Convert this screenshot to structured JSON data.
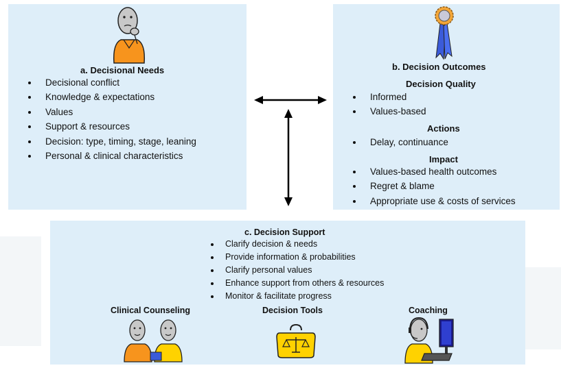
{
  "panel_a": {
    "title": "a. Decisional Needs",
    "icon": "thinking-person-icon",
    "items": [
      "Decisional conflict",
      "Knowledge & expectations",
      "Values",
      "Support & resources",
      "Decision: type, timing, stage, leaning",
      "Personal & clinical characteristics"
    ]
  },
  "panel_b": {
    "title": "b. Decision Outcomes",
    "icon": "award-ribbon-icon",
    "sections": [
      {
        "heading": "Decision Quality",
        "items": [
          "Informed",
          "Values-based"
        ]
      },
      {
        "heading": "Actions",
        "items": [
          "Delay, continuance"
        ]
      },
      {
        "heading": "Impact",
        "items": [
          "Values-based health outcomes",
          "Regret & blame",
          "Appropriate use & costs of services"
        ]
      }
    ]
  },
  "panel_c": {
    "title": "c. Decision Support",
    "items": [
      "Clarify decision & needs",
      "Provide information & probabilities",
      "Clarify personal values",
      "Enhance support from others & resources",
      "Monitor & facilitate progress"
    ],
    "supports": [
      {
        "label": "Clinical Counseling",
        "icon": "two-people-talking-icon"
      },
      {
        "label": "Decision Tools",
        "icon": "scales-bag-icon"
      },
      {
        "label": "Coaching",
        "icon": "person-with-headset-computer-icon"
      }
    ]
  },
  "colors": {
    "panel_background": "#deeef9",
    "person_orange": "#f7941d",
    "person_yellow": "#ffd200",
    "ribbon_blue": "#3b5bd9",
    "arrow": "#000000"
  }
}
